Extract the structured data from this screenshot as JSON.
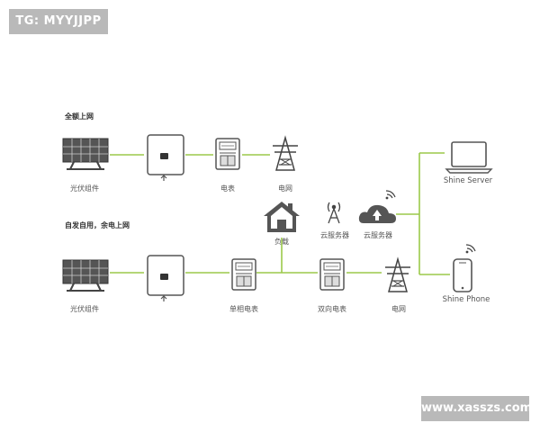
{
  "badges": {
    "top_left": "TG: MYYJJPP",
    "bottom_right": "www.xasszs.com"
  },
  "sections": {
    "full_grid": {
      "title": "全额上网",
      "labels": {
        "solar": "光伏组件",
        "meter": "电表",
        "grid": "电网"
      }
    },
    "self_use": {
      "title": "自发自用，余电上网",
      "labels": {
        "solar": "光伏组件",
        "single_meter": "单相电表",
        "load": "负载",
        "bidir_meter": "双向电表",
        "grid": "电网"
      }
    }
  },
  "cloud": {
    "tower_label": "云服务器",
    "cloud_label": "云服务器"
  },
  "endpoints": {
    "server_label": "Shine Server",
    "phone_label": "Shine Phone"
  },
  "colors": {
    "link_line": "#9bc94a",
    "icon_dark": "#444444",
    "panel_fill": "#555555",
    "badge_bg": "#b9b9b9"
  }
}
